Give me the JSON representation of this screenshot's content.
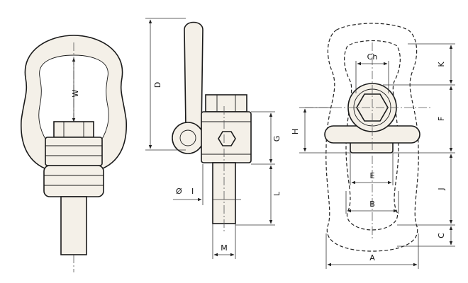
{
  "labels": {
    "W": "W",
    "D": "D",
    "G": "G",
    "phi": "Ø",
    "I": "I",
    "L": "L",
    "M": "M",
    "Ch": "Ch",
    "H": "H",
    "E": "E",
    "B": "B",
    "A": "A",
    "K": "K",
    "F": "F",
    "J": "J",
    "C": "C"
  }
}
